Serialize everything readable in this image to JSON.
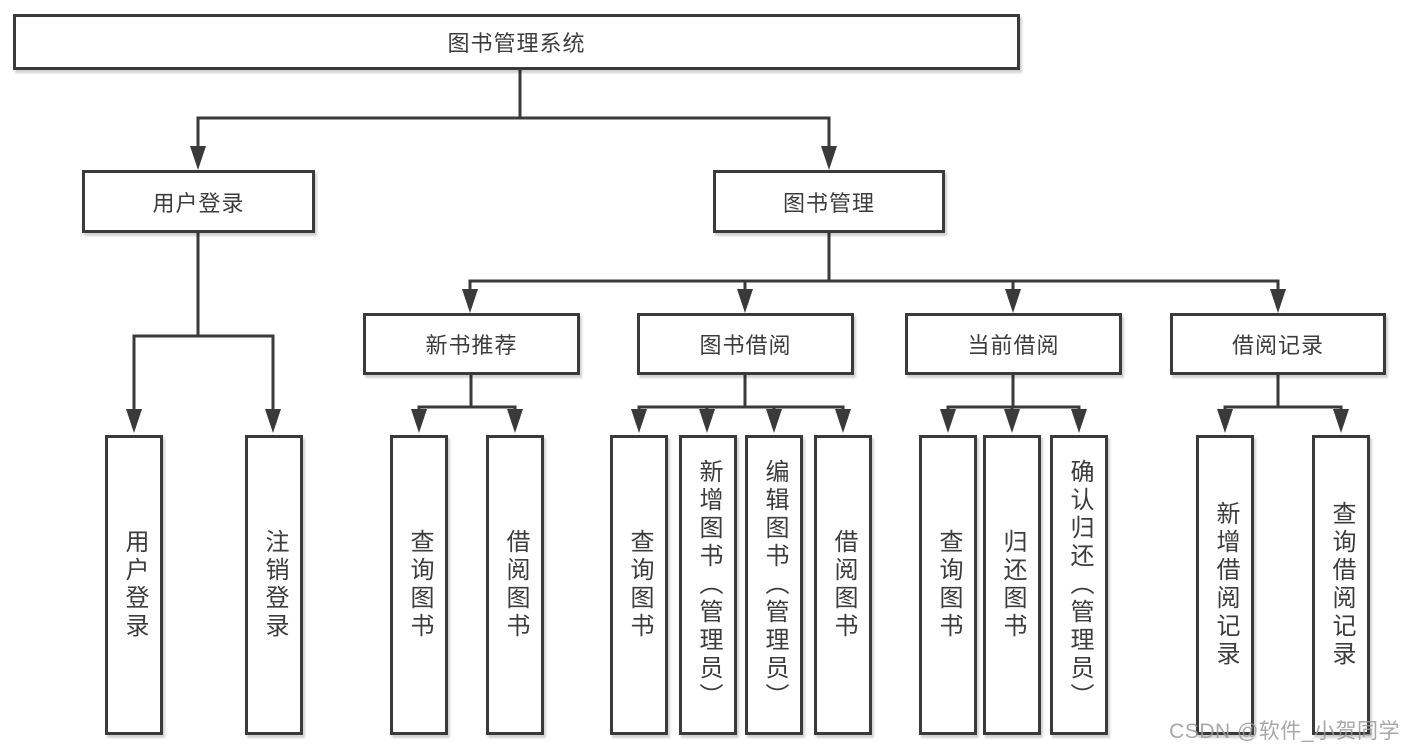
{
  "colors": {
    "line": "#3a3a3a",
    "text": "#3c3c3c",
    "watermark": "#9a9a9a",
    "background": "#ffffff"
  },
  "watermark": "CSDN @软件_小贺同学",
  "tree": {
    "root": {
      "label": "图书管理系统"
    },
    "branches": [
      {
        "label": "用户登录",
        "children": [
          {
            "label": "用户登录"
          },
          {
            "label": "注销登录"
          }
        ]
      },
      {
        "label": "图书管理",
        "children": [
          {
            "label": "新书推荐",
            "children": [
              {
                "label": "查询图书"
              },
              {
                "label": "借阅图书"
              }
            ]
          },
          {
            "label": "图书借阅",
            "children": [
              {
                "label": "查询图书"
              },
              {
                "label": "新增图书（管理员）"
              },
              {
                "label": "编辑图书（管理员）"
              },
              {
                "label": "借阅图书"
              }
            ]
          },
          {
            "label": "当前借阅",
            "children": [
              {
                "label": "查询图书"
              },
              {
                "label": "归还图书"
              },
              {
                "label": "确认归还（管理员）"
              }
            ]
          },
          {
            "label": "借阅记录",
            "children": [
              {
                "label": "新增借阅记录"
              },
              {
                "label": "查询借阅记录"
              }
            ]
          }
        ]
      }
    ]
  }
}
